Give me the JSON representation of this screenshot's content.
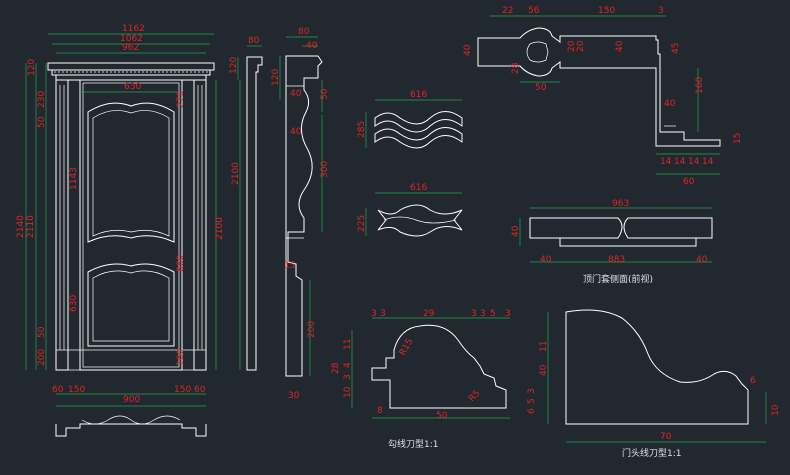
{
  "colors": {
    "background": "#212830",
    "lines": "#ffffff",
    "dimension_lines": "#1fa84a",
    "dimension_text": "#e02424",
    "caption_text": "#e0e0e0"
  },
  "door_elevation": {
    "width_1162": "1162",
    "width_1062": "1062",
    "width_962": "962",
    "width_630": "630",
    "width_900": "900",
    "bottom_60_left": "60",
    "bottom_150_left": "150",
    "bottom_150_right": "150",
    "bottom_60_right": "60",
    "left_120": "120",
    "left_230": "230",
    "left_50": "50",
    "left_2140": "2140",
    "left_2110": "2110",
    "left_1143": "1143",
    "left_630": "630",
    "left_50_low": "50",
    "left_200": "200",
    "right_270": "270",
    "right_2100": "2100",
    "right_880": "880",
    "right_160": "160"
  },
  "frame_section": {
    "d80": "80",
    "d120": "120",
    "d2100": "2100"
  },
  "profile_section": {
    "d80": "80",
    "d40": "40",
    "d120": "120",
    "d40b": "40",
    "d50": "50",
    "d40c": "40",
    "d300": "300",
    "d15": "15",
    "d200": "200",
    "d30": "30"
  },
  "wave_top": {
    "w616": "616",
    "h285": "285"
  },
  "wave_bottom": {
    "w616": "616",
    "h225": "225"
  },
  "top_profile": {
    "d22": "22",
    "d56": "56",
    "d150": "150",
    "d3": "3",
    "d40": "40",
    "d20": "20",
    "d20b": "20",
    "d40b": "40",
    "d45": "45",
    "d50": "50",
    "d160": "160",
    "d40c": "40",
    "d14a": "14",
    "d14b": "14",
    "d14c": "14",
    "d14d": "14",
    "d15": "15",
    "d60": "60",
    "d28": "28"
  },
  "side_view": {
    "w963": "963",
    "w883": "883",
    "d40l": "40",
    "d40r": "40",
    "h40": "40",
    "caption": "顶门套侧面(前视)"
  },
  "cutter1": {
    "d3a": "3",
    "d3b": "3",
    "d29": "29",
    "d3c": "3",
    "d3d": "3",
    "d5": "5",
    "d3e": "3",
    "r15": "R15",
    "r5": "R5",
    "d11": "11",
    "d28": "28",
    "d4": "4",
    "d3f": "3",
    "d10": "10",
    "d8": "8",
    "d50": "50",
    "caption": "勾线刀型1:1"
  },
  "cutter2": {
    "d11": "11",
    "d40": "40",
    "d3": "3",
    "d5": "5",
    "d6": "6",
    "d10": "10",
    "d6b": "6",
    "d70": "70",
    "caption": "门头线刀型1:1"
  }
}
